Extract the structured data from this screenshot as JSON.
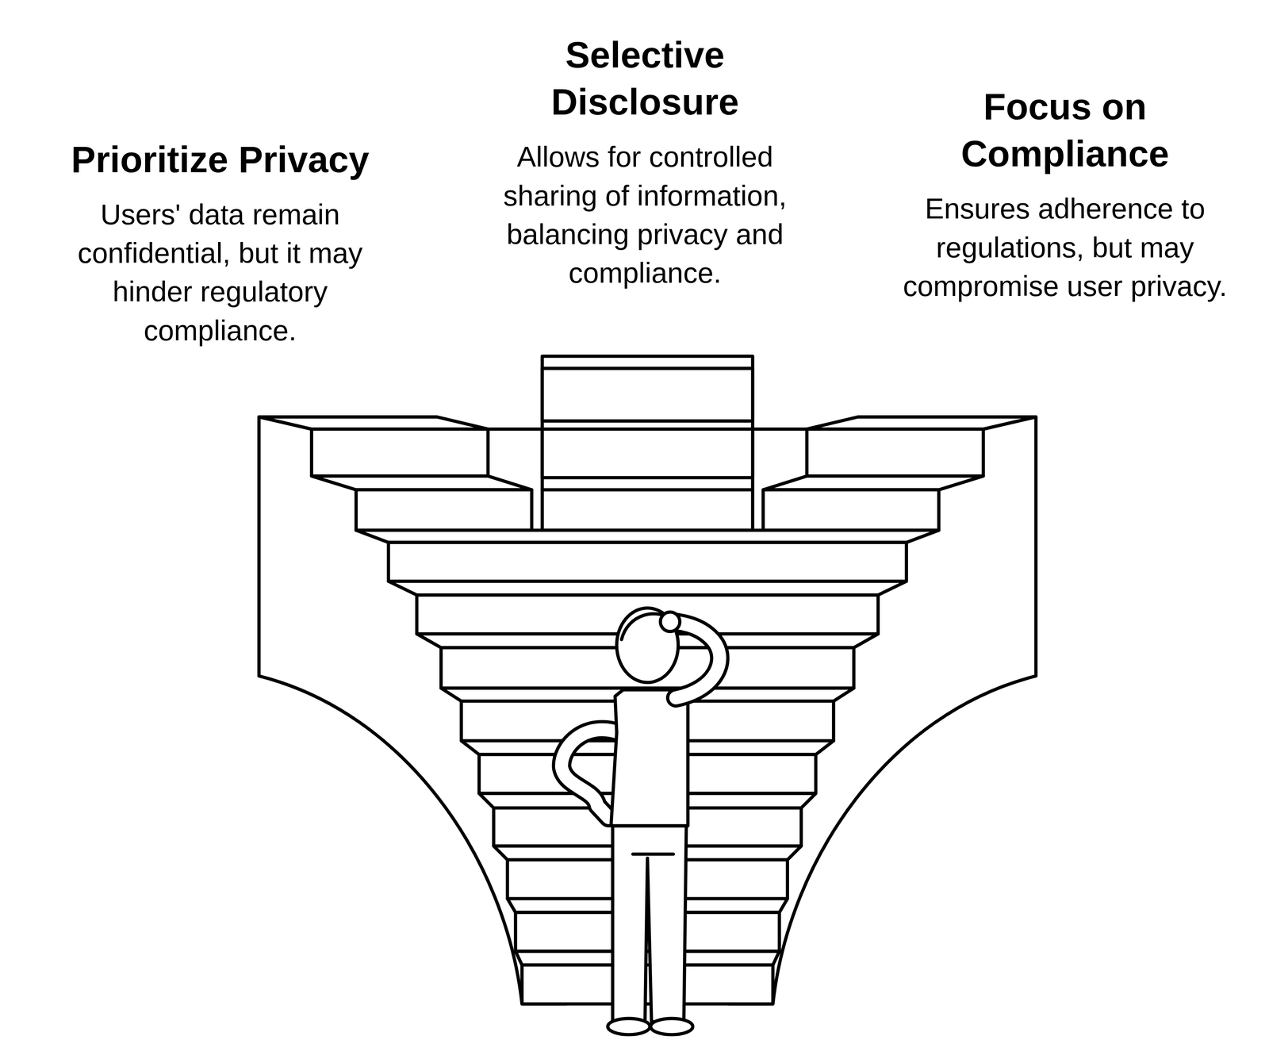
{
  "diagram": {
    "nodes": [
      {
        "text": [
          "Prioritize Privacy",
          "Users' data remain confidential, but it may hinder regulatory compliance."
        ]
      },
      {
        "text": [
          "Selective Disclosure",
          "Allows for controlled sharing of information, balancing privacy and compliance."
        ]
      },
      {
        "text": [
          "Focus on Compliance",
          "Ensures adherence to regulations, but may compromise user privacy."
        ]
      }
    ]
  }
}
